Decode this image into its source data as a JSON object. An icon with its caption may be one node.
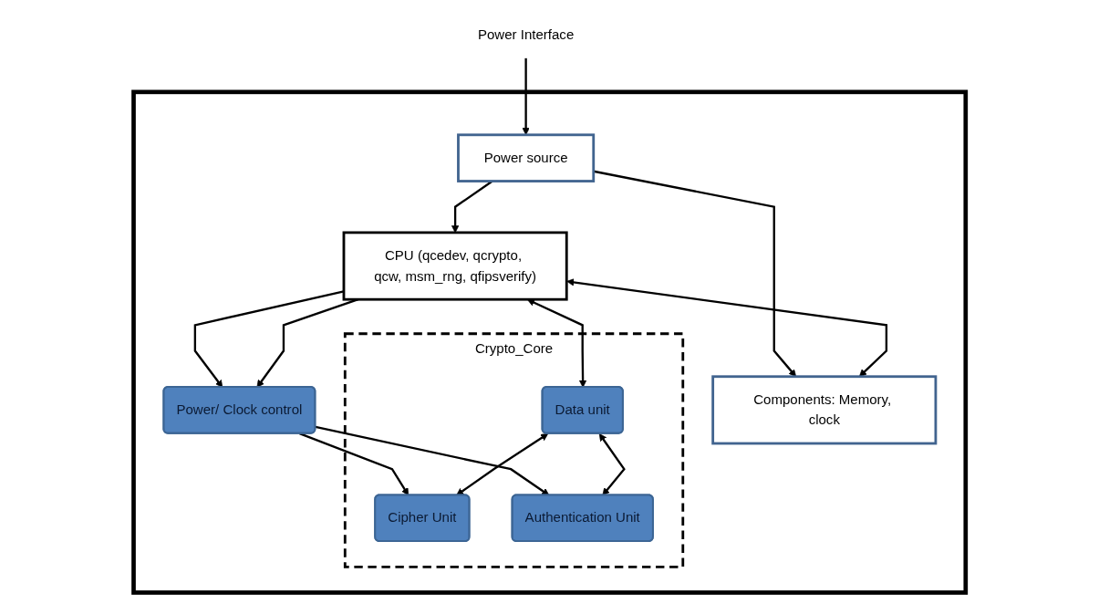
{
  "diagram": {
    "nodes": [
      {
        "text": [
          "Power Interface"
        ]
      },
      {
        "text": [],
        "shape": "box"
      },
      {
        "text": [
          "Power source"
        ],
        "in": 1
      },
      {
        "text": [
          "CPU (qcedev, qcrypto, qcw, msm_rng, qfipsverify)"
        ],
        "in": 1
      },
      {
        "text": [
          "Components: Memory, clock"
        ],
        "in": 1
      },
      {
        "text": [
          "Power/ Clock control"
        ],
        "in": 1
      },
      {
        "text": [
          "Crypto_Core"
        ],
        "in": 1
      },
      {
        "text": [
          "Data unit"
        ],
        "in": 6
      },
      {
        "text": [
          "Cipher Unit"
        ],
        "in": 6
      },
      {
        "text": [
          "Authentication Unit"
        ],
        "in": 6
      }
    ],
    "edges": [
      {
        "from": 0,
        "to": 2,
        "arrow": "to"
      },
      {
        "from": 2,
        "to": 3,
        "arrow": "to"
      },
      {
        "from": 2,
        "to": 4,
        "arrow": "to"
      },
      {
        "from": 3,
        "to": 4,
        "arrow": "both"
      },
      {
        "from": 3,
        "to": 5,
        "arrow": "to"
      },
      {
        "from": 3,
        "to": 5,
        "arrow": "to"
      },
      {
        "from": 3,
        "to": 7,
        "arrow": "both"
      },
      {
        "from": 5,
        "to": 8,
        "arrow": "to"
      },
      {
        "from": 5,
        "to": 9,
        "arrow": "to"
      },
      {
        "from": 7,
        "to": 8,
        "arrow": "both"
      },
      {
        "from": 7,
        "to": 9,
        "arrow": "both"
      }
    ]
  }
}
